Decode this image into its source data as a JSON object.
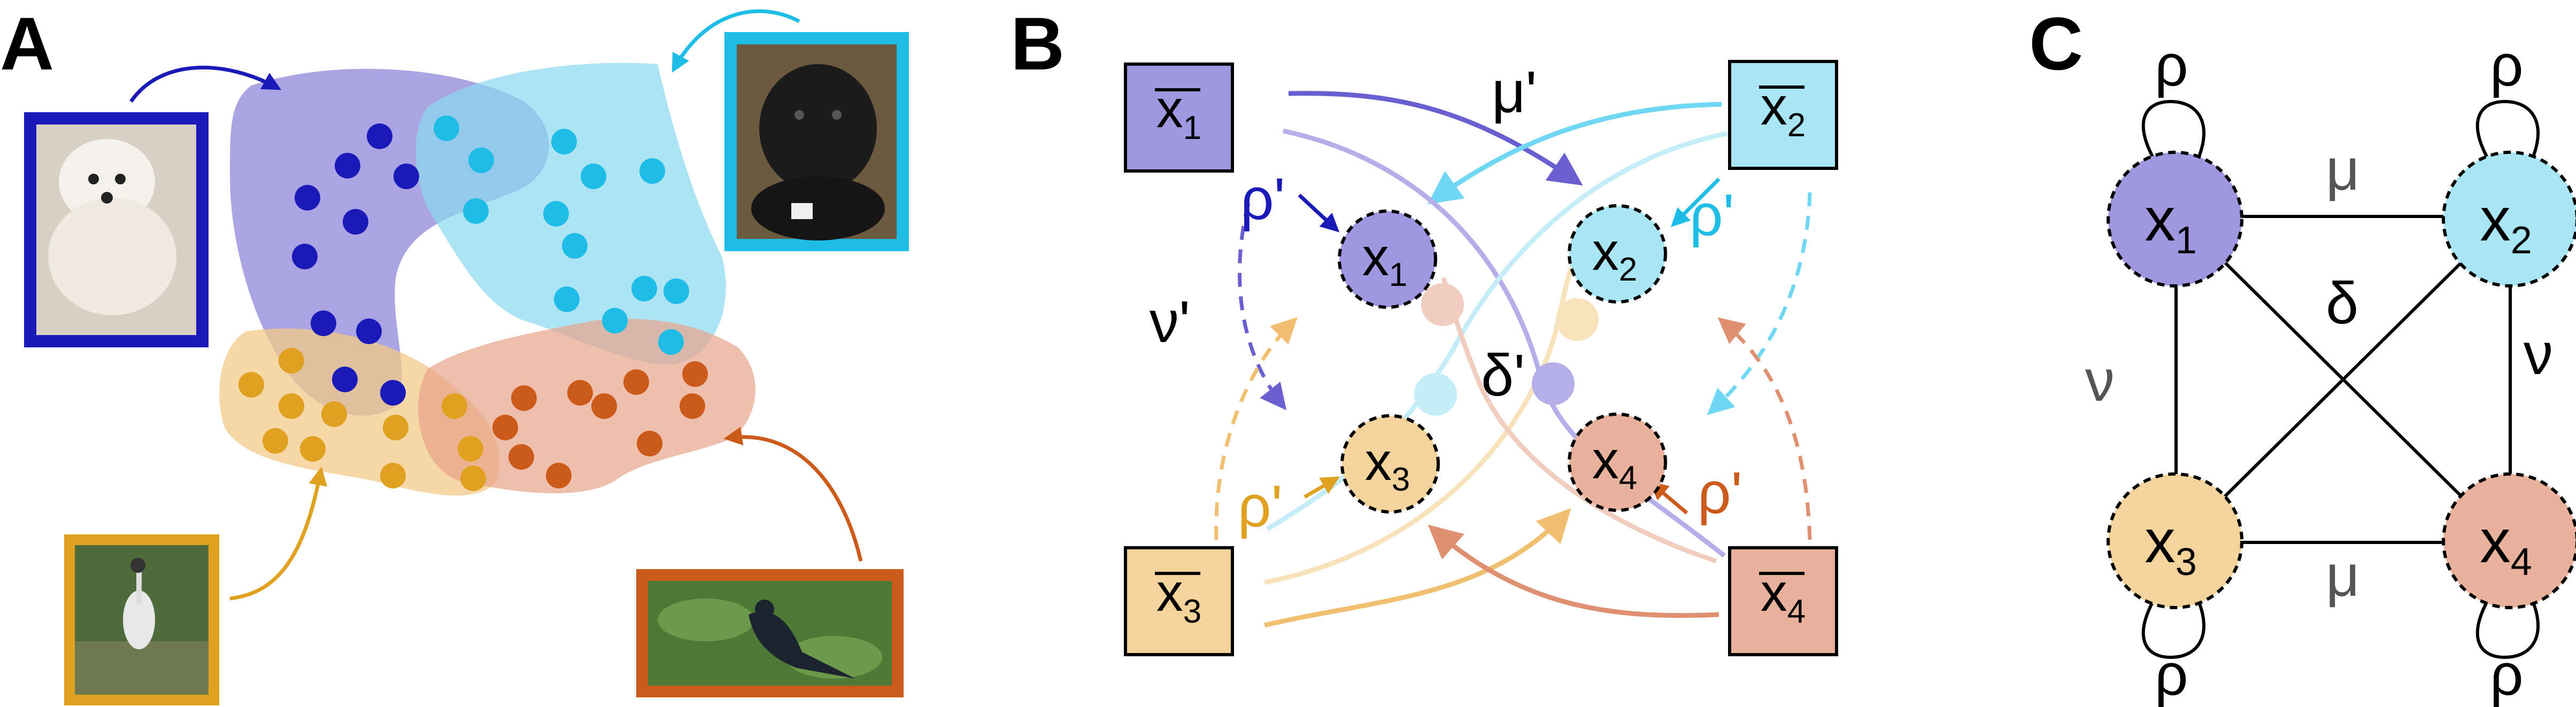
{
  "panels": {
    "a": {
      "letter": "A"
    },
    "b": {
      "letter": "B",
      "mean_boxes": [
        {
          "base": "x",
          "sub": "1",
          "color": "#9f98e0"
        },
        {
          "base": "x",
          "sub": "2",
          "color": "#a9e6f5"
        },
        {
          "base": "x",
          "sub": "3",
          "color": "#f5d49c"
        },
        {
          "base": "x",
          "sub": "4",
          "color": "#e9b29c"
        }
      ],
      "nodes": [
        {
          "base": "x",
          "sub": "1",
          "color": "#9f98e0"
        },
        {
          "base": "x",
          "sub": "2",
          "color": "#a9e6f5"
        },
        {
          "base": "x",
          "sub": "3",
          "color": "#f5d49c"
        },
        {
          "base": "x",
          "sub": "4",
          "color": "#e9b29c"
        }
      ],
      "labels": {
        "mu": "μ'",
        "nu": "ν'",
        "delta": "δ'",
        "rho_1": "ρ'",
        "rho_2": "ρ'",
        "rho_3": "ρ'",
        "rho_4": "ρ'"
      }
    },
    "c": {
      "letter": "C",
      "nodes": [
        {
          "base": "x",
          "sub": "1",
          "color": "#9f98e0"
        },
        {
          "base": "x",
          "sub": "2",
          "color": "#a9e6f5"
        },
        {
          "base": "x",
          "sub": "3",
          "color": "#f5d49c"
        },
        {
          "base": "x",
          "sub": "4",
          "color": "#e9b29c"
        }
      ],
      "labels": {
        "rho_1": "ρ",
        "rho_2": "ρ",
        "rho_3": "ρ",
        "rho_4": "ρ",
        "mu_top": "μ",
        "mu_bottom": "μ",
        "nu_left": "ν",
        "nu_right": "ν",
        "delta": "δ"
      }
    }
  },
  "colors": {
    "class1": "#1a1ab8",
    "class2": "#1ebde8",
    "class3": "#e0a020",
    "class4": "#cc5a1a",
    "purple_region": "#8f86d8",
    "blue_region": "#8ad8f0",
    "yellow_region": "#f3c98a",
    "orange_region": "#e8a48a"
  }
}
